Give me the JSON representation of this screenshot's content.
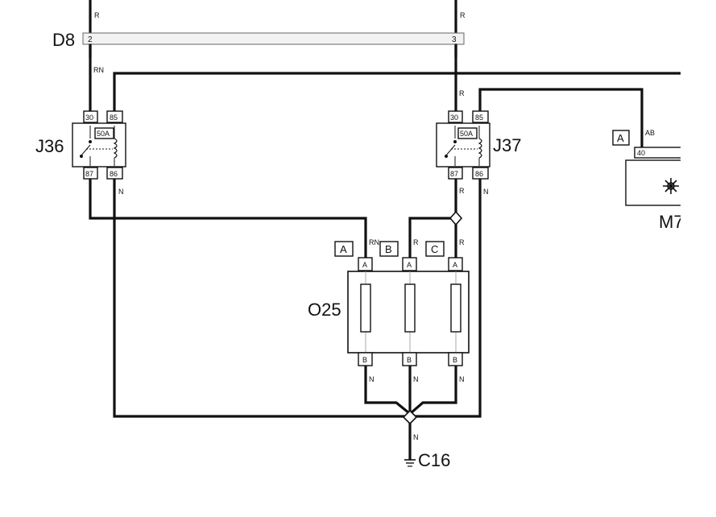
{
  "connector_d8": {
    "label": "D8",
    "pin_left": "2",
    "pin_right": "3"
  },
  "wire_colors": {
    "top_left": "R",
    "top_right": "R",
    "d8_left_out": "RN",
    "j37_in": "R",
    "j37_out": "R",
    "j37_n": "N",
    "j36_n": "N",
    "fuse_a": "RN",
    "fuse_b": "R",
    "fuse_c": "R",
    "fuse_out_1": "N",
    "fuse_out_2": "N",
    "fuse_out_3": "N",
    "ground": "N",
    "m7": "AB"
  },
  "relay_j36": {
    "label": "J36",
    "pin_30": "30",
    "pin_85": "85",
    "pin_87": "87",
    "pin_86": "86",
    "rating": "50A"
  },
  "relay_j37": {
    "label": "J37",
    "pin_30": "30",
    "pin_85": "85",
    "pin_87": "87",
    "pin_86": "86",
    "rating": "50A"
  },
  "fusebox_o25": {
    "label": "O25",
    "tags": [
      "A",
      "B",
      "C"
    ],
    "top_pin": "A",
    "bottom_pin": "B"
  },
  "ground_c16": {
    "label": "C16"
  },
  "motor_m7": {
    "label": "M7",
    "tag": "A",
    "pin": "40",
    "icon": "fan-icon"
  }
}
